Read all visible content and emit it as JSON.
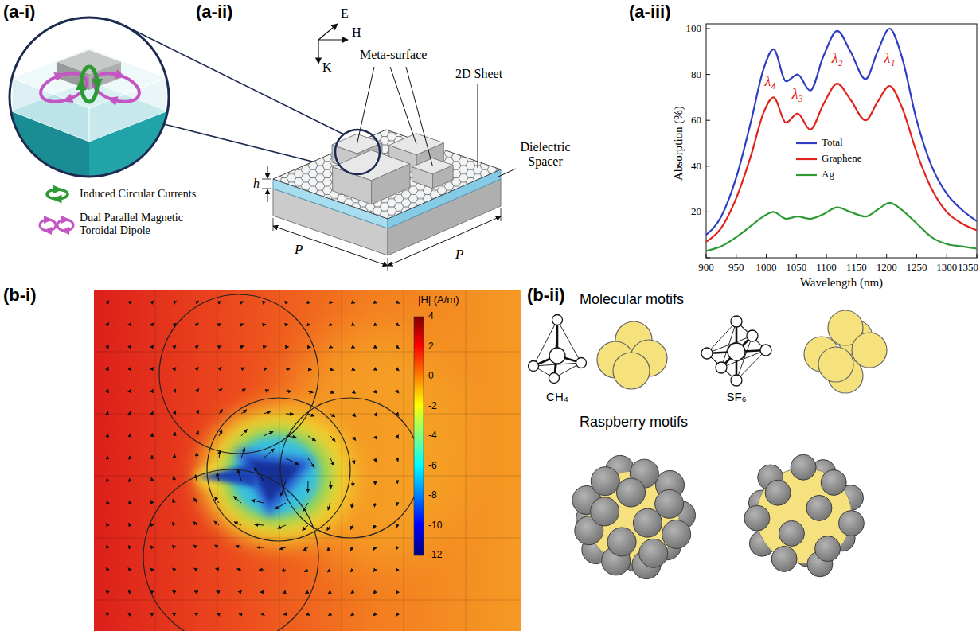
{
  "diagram": {
    "labels": [
      "(a-i)",
      "(a-ii)",
      "(a-iii)",
      "E",
      "H",
      "K",
      "Meta-surface",
      "2D Sheet",
      "h",
      "Dielectric Spacer",
      "P",
      "P",
      "Absorption (%)",
      "100",
      "80",
      "60",
      "40",
      "20",
      "900",
      "950",
      "1000",
      "1050",
      "1100",
      "1150",
      "1200",
      "1250",
      "1300",
      "1350",
      "Wavelength (nm)",
      "λ₁",
      "λ₂",
      "λ₃",
      "λ₄",
      "(b-i)",
      "|H| (A/m)",
      "4",
      "2",
      "0",
      "-2",
      "-4",
      "-6",
      "-8",
      "-10",
      "-12",
      "(b-ii)",
      "Molecular motifs",
      "CH₄",
      "SF₆",
      "Raspberry motifs"
    ],
    "legend": [
      {
        "text": "Induced Circular Currents"
      },
      {
        "text": "Dual Parallel Magnetic Toroidal Dipole"
      },
      {
        "text": "Total"
      },
      {
        "text": "Graphene"
      },
      {
        "text": "Ag"
      }
    ]
  }
}
